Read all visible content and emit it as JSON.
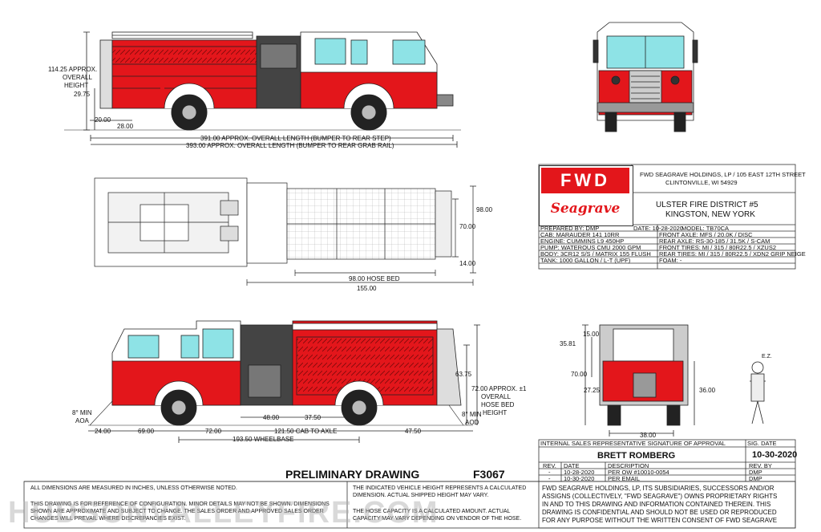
{
  "side_view_top": {
    "height_label_line1": "114.25 APPROX.",
    "height_label_line2": "OVERALL",
    "height_label_line3": "HEIGHT",
    "dim_29_75": "29.75",
    "dim_20": "20.00",
    "dim_28": "28.00",
    "length_bumper_rear_step": "391.00 APPROX. OVERALL LENGTH (BUMPER TO REAR STEP)",
    "length_bumper_rear_rail": "393.00 APPROX. OVERALL LENGTH (BUMPER TO REAR GRAB RAIL)"
  },
  "plan_view": {
    "dim_98": "98.00",
    "dim_70": "70.00",
    "dim_14": "14.00",
    "hose_bed": "98.00 HOSE BED",
    "dim_155": "155.00"
  },
  "side_view_bottom": {
    "dim_63_75": "63.75",
    "hose_bed_height_l1": "72.00 APPROX. ±1",
    "hose_bed_height_l2": "OVERALL",
    "hose_bed_height_l3": "HOSE BED",
    "hose_bed_height_l4": "HEIGHT",
    "aoa_l1": "8° MIN",
    "aoa_l2": "AOA",
    "aod_l1": "8° MIN",
    "aod_l2": "AOD",
    "dim_24": "24.00",
    "dim_69": "69.00",
    "dim_72": "72.00",
    "dim_48": "48.00",
    "dim_37_5": "37.50",
    "dim_47_5": "47.50",
    "cab_to_axle": "121.50 CAB TO AXLE",
    "wheelbase": "193.50 WHEELBASE"
  },
  "rear_view": {
    "dim_15": "15.00",
    "dim_35_81": "35.81",
    "dim_70": "70.00",
    "dim_27_25": "27.25",
    "dim_36": "36.00",
    "dim_38": "38.00",
    "figure_tag": "E.Z."
  },
  "title_block": {
    "logo_top": "FWD",
    "logo_bottom": "Seagrave",
    "company_line1": "FWD SEAGRAVE HOLDINGS, LP / 105 EAST 12TH STREET",
    "company_line2": "CLINTONVILLE, WI 54929",
    "customer_line1": "ULSTER FIRE DISTRICT #5",
    "customer_line2": "KINGSTON, NEW YORK",
    "prepared_by": "PREPARED BY:  DMP",
    "date": "DATE: 10-28-2020",
    "model": "MODEL:  TB70CA",
    "cab": "CAB:  MARAUDER 141 10RR",
    "front_axle": "FRONT AXLE:  MFS / 20.0K / DISC",
    "engine": "ENGINE:  CUMMINS L9 450HP",
    "rear_axle": "REAR AXLE:  RS-30-185 / 31.5K / S-CAM",
    "pump": "PUMP:  WATEROUS CMU 2000 GPM",
    "front_tires": "FRONT TIRES:  MI / 315 / 80R22.5 / XZUS2",
    "body": "BODY:  3CR12 S/S / MATRIX 155 FLUSH",
    "rear_tires": "REAR TIRES:  MI / 315 / 80R22.5 / XDN2 GRIP NEIGE",
    "tank": "TANK:  1000 GALLON / L-T (UPF)",
    "foam": "FOAM:  -"
  },
  "approval": {
    "header": "INTERNAL SALES REPRESENTATIVE SIGNATURE OF APPROVAL",
    "sig_date_label": "SIG. DATE",
    "signer": "BRETT ROMBERG",
    "sig_date": "10-30-2020"
  },
  "revisions": {
    "headers": [
      "REV.",
      "DATE",
      "DESCRIPTION",
      "REV. BY"
    ],
    "rows": [
      [
        "-",
        "10-28-2020",
        "PER OW #10010-0054",
        "DMP"
      ],
      [
        "-",
        "10-30-2020",
        "PER EMAIL",
        "DMP"
      ]
    ]
  },
  "drawing": {
    "preliminary": "PRELIMINARY DRAWING",
    "number": "F3067"
  },
  "notes": {
    "all_dims": "ALL DIMENSIONS ARE MEASURED IN INCHES, UNLESS OTHERWISE NOTED.",
    "ref_line1": "THIS DRAWING IS FOR REFERENCE OF CONFIGURATION. MINOR DETAILS MAY NOT BE SHOWN. DIMENSIONS",
    "ref_line2": "SHOWN ARE APPROXIMATE AND SUBJECT TO CHANGE. THE SALES ORDER AND APPROVED SALES ORDER",
    "ref_line3": "CHANGES WILL PREVAIL WHERE DISCREPANCIES EXIST.",
    "height_line1": "THE INDICATED VEHICLE HEIGHT REPRESENTS A CALCULATED",
    "height_line2": "DIMENSION.  ACTUAL SHIPPED HEIGHT MAY VARY.",
    "hose_line1": "THE HOSE CAPACITY IS A CALCULATED AMOUNT.  ACTUAL",
    "hose_line2": "CAPACITY MAY VARY DEPENDING ON VENDOR OF THE HOSE.",
    "prop_line1": "FWD SEAGRAVE HOLDINGS, LP, ITS SUBSIDIARIES, SUCCESSORS AND/OR",
    "prop_line2": "ASSIGNS (COLLECTIVELY, \"FWD SEAGRAVE\") OWNS PROPRIETARY RIGHTS",
    "prop_line3": "IN AND TO THIS DRAWING AND INFORMATION CONTAINED THEREIN. THIS",
    "prop_line4": "DRAWING IS CONFIDENTIAL AND SHOULD NOT BE USED OR REPRODUCED",
    "prop_line5": "FOR ANY PURPOSE WITHOUT THE WRITTEN CONSENT OF  FWD SEAGRAVE"
  },
  "watermark": "HUDSONVALLEYFIRE.COM",
  "colors": {
    "red": "#e3161b",
    "dark": "#333333",
    "line": "#222222"
  }
}
